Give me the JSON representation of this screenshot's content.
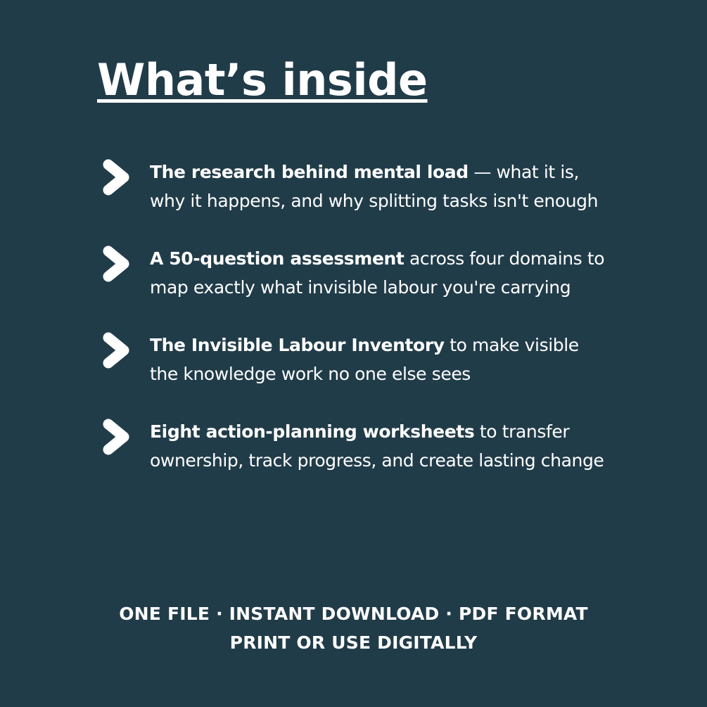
{
  "title": "What’s inside",
  "items": [
    {
      "icon": "chevron-right-icon",
      "bold": "The research behind mental load",
      "rest": " — what it is, why it happens, and why splitting tasks isn't enough"
    },
    {
      "icon": "chevron-right-icon",
      "bold": "A 50-question assessment",
      "rest": " across four domains to map exactly what invisible labour you're carrying"
    },
    {
      "icon": "chevron-right-icon",
      "bold": "The Invisible Labour Inventory",
      "rest": " to make visible the knowledge work no one else sees"
    },
    {
      "icon": "chevron-right-icon",
      "bold": "Eight action-planning worksheets",
      "rest": " to transfer ownership, track progress, and create lasting change"
    }
  ],
  "footer": {
    "line1": "ONE FILE · INSTANT DOWNLOAD · PDF FORMAT",
    "line2": "PRINT OR USE DIGITALLY"
  },
  "colors": {
    "background": "#213c49",
    "text": "#ffffff",
    "chevron": "#ffffff"
  }
}
